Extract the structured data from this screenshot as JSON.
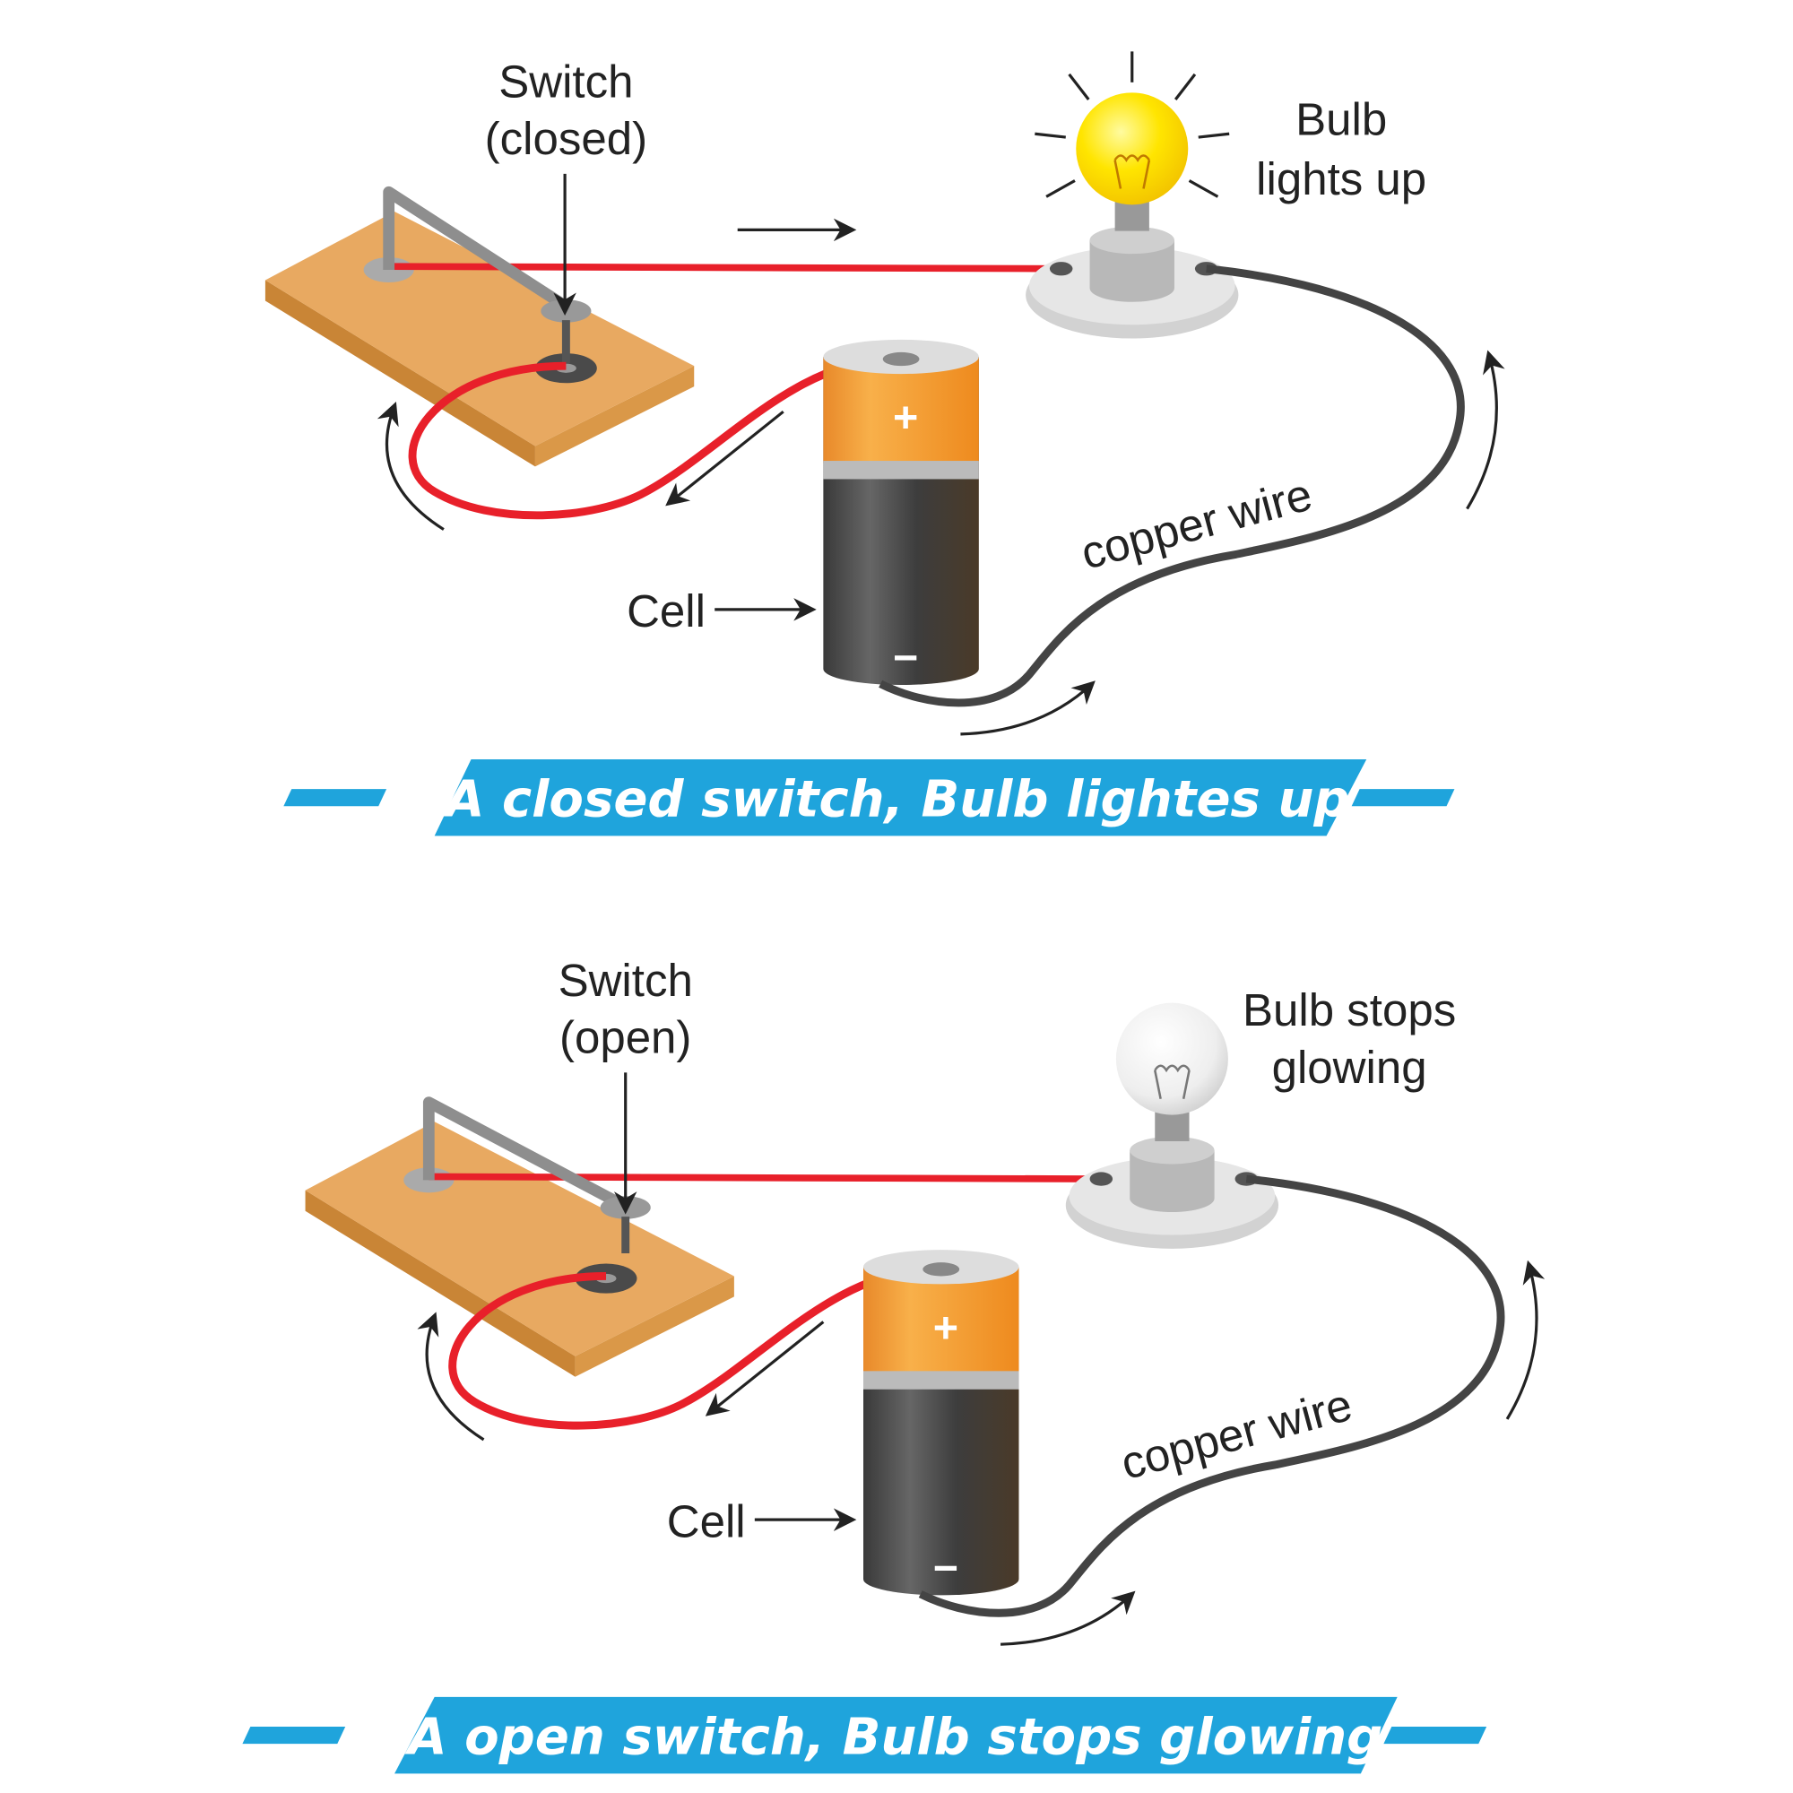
{
  "colors": {
    "banner": "#1FA4DC",
    "red_wire": "#E8202A",
    "copper_wire": "#444444",
    "board": "#E8A961",
    "bulb_lit": "#FFE500"
  },
  "panels": [
    {
      "switch_label": [
        "Switch",
        "(closed)"
      ],
      "bulb_label": [
        "Bulb",
        "lights up"
      ],
      "cell_label": "Cell",
      "wire_label": "copper  wire",
      "plus": "+",
      "minus": "−",
      "caption": "A closed switch, Bulb lightes up",
      "bulb_state": "lit"
    },
    {
      "switch_label": [
        "Switch",
        "(open)"
      ],
      "bulb_label": [
        "Bulb stops",
        "glowing"
      ],
      "cell_label": "Cell",
      "wire_label": "copper  wire",
      "plus": "+",
      "minus": "−",
      "caption": "A open switch, Bulb stops glowing",
      "bulb_state": "off"
    }
  ]
}
